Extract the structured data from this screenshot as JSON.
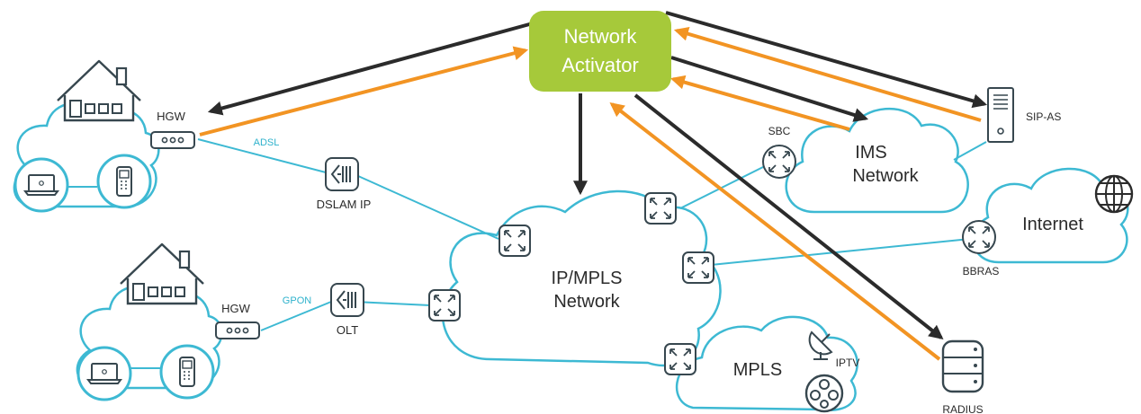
{
  "activator": {
    "line1": "Network",
    "line2": "Activator"
  },
  "clouds": {
    "core_line1": "IP/MPLS",
    "core_line2": "Network",
    "ims_line1": "IMS",
    "ims_line2": "Network",
    "internet": "Internet",
    "mpls": "MPLS"
  },
  "labels": {
    "hgw_top": "HGW",
    "hgw_bottom": "HGW",
    "adsl": "ADSL",
    "gpon": "GPON",
    "dslam": "DSLAM IP",
    "olt": "OLT",
    "sbc": "SBC",
    "sip_as": "SIP-AS",
    "bbras": "BBRAS",
    "iptv": "IPTV",
    "radius": "RADIUS"
  },
  "colors": {
    "line": "#3db9d3",
    "activator_fill": "#a6c93a",
    "arrow_dark": "#2b2b2b",
    "arrow_orange": "#f29423",
    "device_stroke": "#37474f"
  }
}
